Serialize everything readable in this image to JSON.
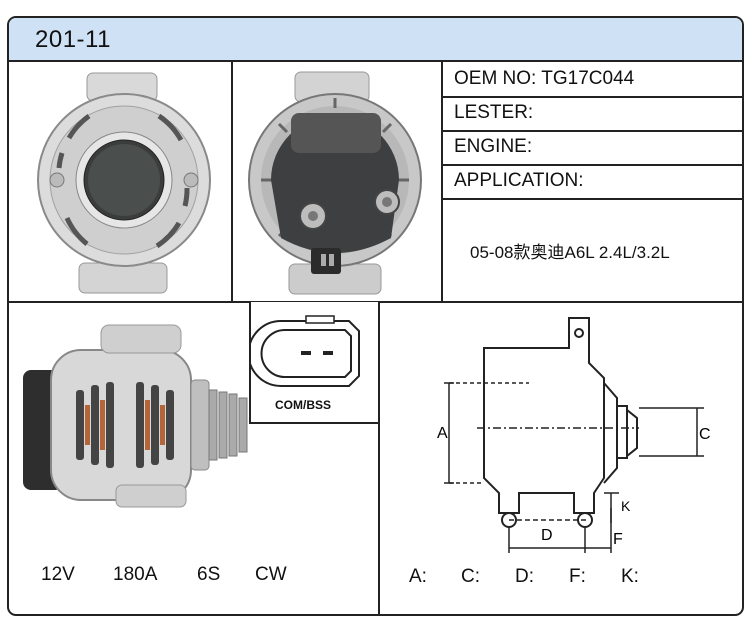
{
  "header": {
    "title": "201-11"
  },
  "specs": {
    "oem": "OEM NO: TG17C044",
    "lester": "LESTER:",
    "engine": "ENGINE:",
    "application": "APPLICATION:"
  },
  "application_value": "05-08款奥迪A6L  2.4L/3.2L",
  "connector": {
    "label": "COM/BSS"
  },
  "ratings": {
    "voltage": "12V",
    "amperage": "180A",
    "pulley": "6S",
    "rotation": "CW"
  },
  "dimensions": {
    "diagram_labels": {
      "a": "A",
      "c": "C",
      "d": "D",
      "f": "F",
      "k": "K"
    },
    "fields": [
      "A:",
      "C:",
      "D:",
      "F:",
      "K:"
    ]
  }
}
